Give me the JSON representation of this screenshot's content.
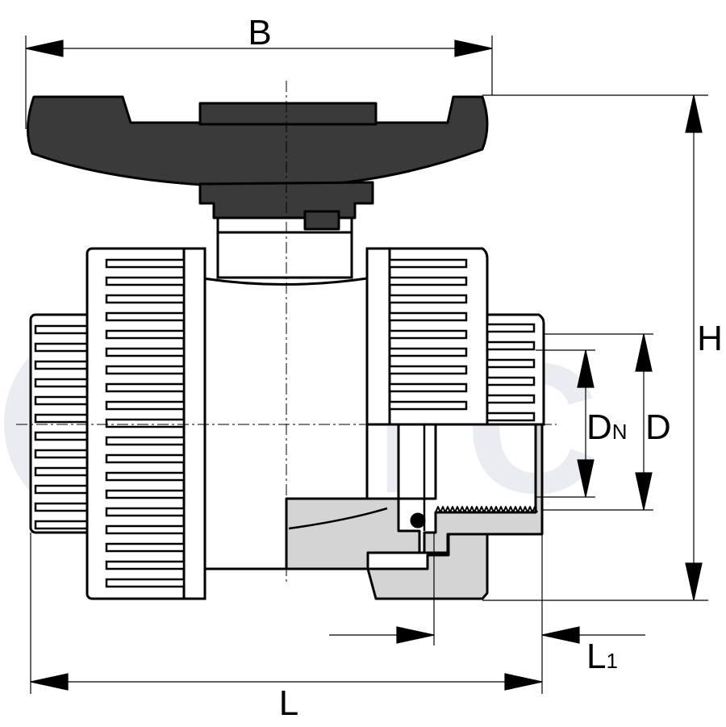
{
  "watermark": {
    "text": "HTC",
    "color": "#e9edf2"
  },
  "labels": {
    "B": "B",
    "H": "H",
    "DN_main": "D",
    "DN_sub": "N",
    "D": "D",
    "L": "L",
    "L1_main": "L",
    "L1_sub": "1"
  },
  "colors": {
    "handle": "#3a3a3a",
    "section_fill": "#d4d4d4",
    "outline": "#000000",
    "body": "#ffffff"
  },
  "icons": {
    "arrow": "arrowhead",
    "valve": "ball-valve-icon"
  }
}
